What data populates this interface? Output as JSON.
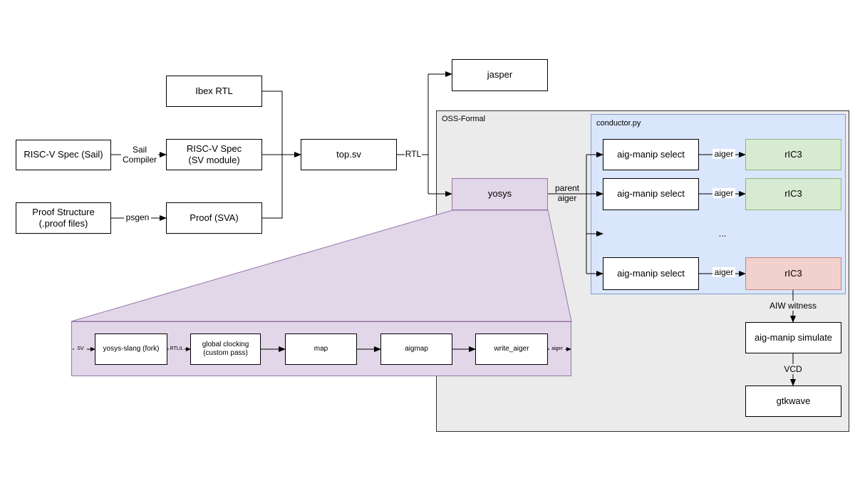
{
  "groups": {
    "oss_formal": "OSS-Formal",
    "conductor": "conductor.py"
  },
  "nodes": {
    "riscv_sail": "RISC-V Spec (Sail)",
    "proof_structure": "Proof Structure\n(.proof files)",
    "ibex_rtl": "Ibex RTL",
    "riscv_sv": "RISC-V Spec\n(SV module)",
    "proof_sva": "Proof (SVA)",
    "top_sv": "top.sv",
    "jasper": "jasper",
    "yosys": "yosys",
    "aig_select_1": "aig-manip select",
    "aig_select_2": "aig-manip select",
    "aig_select_3": "aig-manip select",
    "ric3_1": "rIC3",
    "ric3_2": "rIC3",
    "ric3_3": "rIC3",
    "ellipsis": "...",
    "aig_simulate": "aig-manip simulate",
    "gtkwave": "gtkwave",
    "yosys_slang": "yosys-slang (fork)",
    "global_clocking": "global clocking\n(custom pass)",
    "map": "map",
    "aigmap": "aigmap",
    "write_aiger": "write_aiger"
  },
  "edge_labels": {
    "sail_compiler": "Sail\nCompiler",
    "psgen": "psgen",
    "rtl": "RTL",
    "parent_aiger": "parent\naiger",
    "aiger_1": "aiger",
    "aiger_2": "aiger",
    "aiger_3": "aiger",
    "aiw_witness": "AIW witness",
    "vcd": "VCD",
    "sv_in": "SV",
    "rtlil": "RTLIL",
    "aiger_out": "aiger"
  },
  "colors": {
    "oss_formal_fill": "#ebebeb",
    "conductor_fill": "#dae6fb",
    "conductor_border": "#7d9ecf",
    "yosys_fill": "#e2d6e9",
    "yosys_border": "#9775a8",
    "ric3_ok_fill": "#d9ead3",
    "ric3_ok_border": "#8fb87e",
    "ric3_fail_fill": "#f1d1ce",
    "ric3_fail_border": "#c9837d"
  }
}
